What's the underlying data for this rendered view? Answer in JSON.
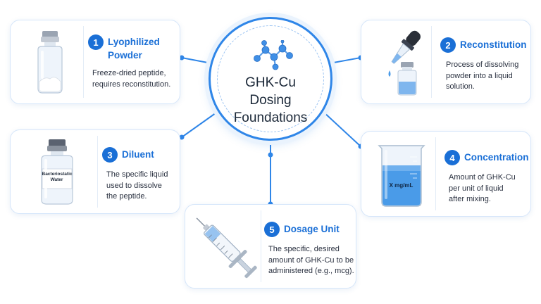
{
  "hub": {
    "title_lines": [
      "GHK-Cu",
      "Dosing",
      "Foundations"
    ]
  },
  "cards": [
    {
      "number": "1",
      "title_lines": [
        "Lyophilized",
        "Powder"
      ],
      "desc_lines": [
        "Freeze-dried peptide,",
        "requires reconstitution."
      ],
      "illustration": "powder-vial"
    },
    {
      "number": "2",
      "title_lines": [
        "Reconstitution"
      ],
      "desc_lines": [
        "Process of dissolving",
        "powder into a liquid",
        "solution."
      ],
      "illustration": "dropper-and-vial"
    },
    {
      "number": "3",
      "title_lines": [
        "Diluent"
      ],
      "desc_lines": [
        "The specific liquid",
        "used to dissolve",
        "the peptide."
      ],
      "illustration": "bacteriostatic-water-vial",
      "vial_label_lines": [
        "Bacteriostatic",
        "Water"
      ]
    },
    {
      "number": "4",
      "title_lines": [
        "Concentration"
      ],
      "desc_lines": [
        "Amount of GHK-Cu",
        "per unit of liquid",
        "after mixing."
      ],
      "illustration": "beaker",
      "beaker_label": "X mg/mL"
    },
    {
      "number": "5",
      "title_lines": [
        "Dosage Unit"
      ],
      "desc_lines": [
        "The specific, desired",
        "amount of GHK-Cu to be",
        "administered (e.g., mcg)."
      ],
      "illustration": "syringe"
    }
  ],
  "colors": {
    "accent": "#1a6fd6",
    "ring": "#2f86e8",
    "card_border": "#d6e6fa",
    "liquid": "#4a9be8"
  }
}
